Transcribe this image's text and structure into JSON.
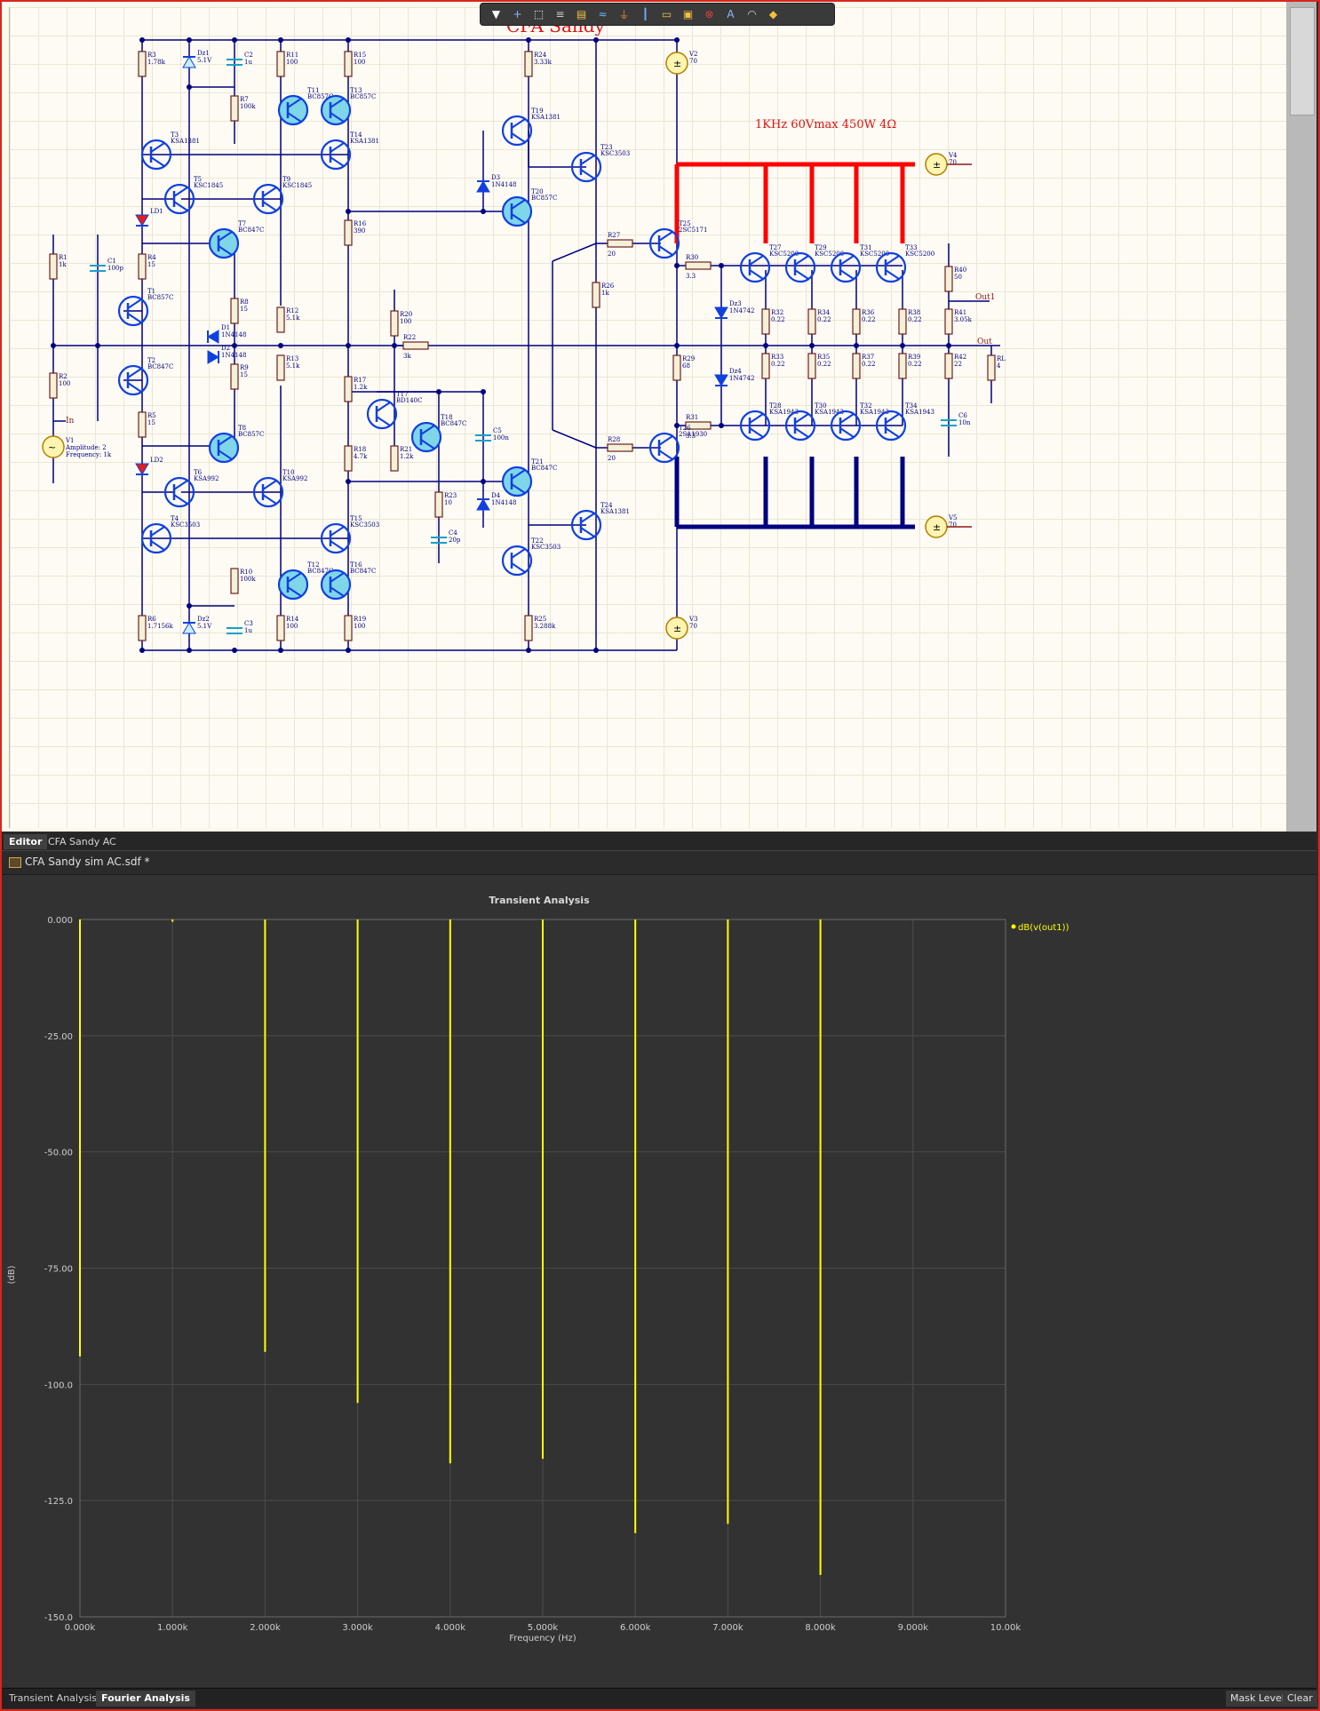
{
  "toolbar": {
    "icons": [
      "filter-icon",
      "crosshair-icon",
      "select-rect-icon",
      "align-icon",
      "component-icon",
      "bus-icon",
      "ground-icon",
      "net-label-icon",
      "port-icon",
      "sheet-symbol-icon",
      "no-erc-icon",
      "text-icon",
      "arc-icon",
      "highlight-icon"
    ]
  },
  "schematic": {
    "title": "CFA Sandy",
    "note": "1KHz 60Vmax 450W 4Ω",
    "net_labels": {
      "in": "In",
      "out": "Out",
      "out1": "Out1"
    },
    "source_v1": {
      "name": "V1",
      "amplitude": "Amplitude: 2",
      "frequency": "Frequency: 1k"
    },
    "sources": [
      {
        "name": "V2",
        "value": "70"
      },
      {
        "name": "V3",
        "value": "70"
      },
      {
        "name": "V4",
        "value": "70"
      },
      {
        "name": "V5",
        "value": "70"
      }
    ],
    "resistors": [
      {
        "name": "R3",
        "value": "1.78k"
      },
      {
        "name": "R7",
        "value": "100k"
      },
      {
        "name": "R11",
        "value": "100"
      },
      {
        "name": "R15",
        "value": "100"
      },
      {
        "name": "R24",
        "value": "3.33k"
      },
      {
        "name": "R1",
        "value": "1k"
      },
      {
        "name": "R4",
        "value": "15"
      },
      {
        "name": "R8",
        "value": "15"
      },
      {
        "name": "R9",
        "value": "15"
      },
      {
        "name": "R2",
        "value": "100"
      },
      {
        "name": "R5",
        "value": "15"
      },
      {
        "name": "R6",
        "value": "1.7156k"
      },
      {
        "name": "R10",
        "value": "100k"
      },
      {
        "name": "R14",
        "value": "100"
      },
      {
        "name": "R19",
        "value": "100"
      },
      {
        "name": "R12",
        "value": "5.1k"
      },
      {
        "name": "R13",
        "value": "5.1k"
      },
      {
        "name": "R16",
        "value": "390"
      },
      {
        "name": "R17",
        "value": "1.2k"
      },
      {
        "name": "R18",
        "value": "4.7k"
      },
      {
        "name": "R20",
        "value": "100"
      },
      {
        "name": "R21",
        "value": "1.2k"
      },
      {
        "name": "R22",
        "value": "3k"
      },
      {
        "name": "R23",
        "value": "10"
      },
      {
        "name": "R25",
        "value": "3.288k"
      },
      {
        "name": "R26",
        "value": "1k"
      },
      {
        "name": "R27",
        "value": "20"
      },
      {
        "name": "R28",
        "value": "20"
      },
      {
        "name": "R29",
        "value": "68"
      },
      {
        "name": "R30",
        "value": "3.3"
      },
      {
        "name": "R31",
        "value": "3.3"
      },
      {
        "name": "R32",
        "value": "0.22"
      },
      {
        "name": "R33",
        "value": "0.22"
      },
      {
        "name": "R34",
        "value": "0.22"
      },
      {
        "name": "R35",
        "value": "0.22"
      },
      {
        "name": "R36",
        "value": "0.22"
      },
      {
        "name": "R37",
        "value": "0.22"
      },
      {
        "name": "R38",
        "value": "0.22"
      },
      {
        "name": "R39",
        "value": "0.22"
      },
      {
        "name": "R40",
        "value": "50"
      },
      {
        "name": "R41",
        "value": "3.05k"
      },
      {
        "name": "R42",
        "value": "22"
      },
      {
        "name": "RL",
        "value": "4"
      }
    ],
    "capacitors": [
      {
        "name": "C1",
        "value": "100p"
      },
      {
        "name": "C2",
        "value": "1u"
      },
      {
        "name": "C3",
        "value": "1u"
      },
      {
        "name": "C4",
        "value": "20p"
      },
      {
        "name": "C5",
        "value": "100n"
      },
      {
        "name": "C6",
        "value": "10n"
      }
    ],
    "diodes": [
      {
        "name": "Dz1",
        "value": "5.1V"
      },
      {
        "name": "Dz2",
        "value": "5.1V"
      },
      {
        "name": "LD1",
        "value": ""
      },
      {
        "name": "LD2",
        "value": ""
      },
      {
        "name": "D1",
        "value": "1N4148"
      },
      {
        "name": "D2",
        "value": "1N4148"
      },
      {
        "name": "D3",
        "value": "1N4148"
      },
      {
        "name": "D4",
        "value": "1N4148"
      },
      {
        "name": "Dz3",
        "value": "1N4742"
      },
      {
        "name": "Dz4",
        "value": "1N4742"
      }
    ],
    "transistors": [
      {
        "name": "T1",
        "part": "BC857C"
      },
      {
        "name": "T2",
        "part": "BC847C"
      },
      {
        "name": "T3",
        "part": "KSA1381"
      },
      {
        "name": "T4",
        "part": "KSC3503"
      },
      {
        "name": "T5",
        "part": "KSC1845"
      },
      {
        "name": "T6",
        "part": "KSA992"
      },
      {
        "name": "T7",
        "part": "BC847C"
      },
      {
        "name": "T8",
        "part": "BC857C"
      },
      {
        "name": "T9",
        "part": "KSC1845"
      },
      {
        "name": "T10",
        "part": "KSA992"
      },
      {
        "name": "T11",
        "part": "BC857C"
      },
      {
        "name": "T12",
        "part": "BC847C"
      },
      {
        "name": "T13",
        "part": "BC857C"
      },
      {
        "name": "T14",
        "part": "KSA1381"
      },
      {
        "name": "T15",
        "part": "KSC3503"
      },
      {
        "name": "T16",
        "part": "BC847C"
      },
      {
        "name": "T17",
        "part": "BD140C"
      },
      {
        "name": "T18",
        "part": "BC847C"
      },
      {
        "name": "T19",
        "part": "KSA1381"
      },
      {
        "name": "T20",
        "part": "BC857C"
      },
      {
        "name": "T21",
        "part": "BC847C"
      },
      {
        "name": "T22",
        "part": "KSC3503"
      },
      {
        "name": "T23",
        "part": "KSC3503"
      },
      {
        "name": "T24",
        "part": "KSA1381"
      },
      {
        "name": "T25",
        "part": "2SC5171"
      },
      {
        "name": "T26",
        "part": "2SA1930"
      },
      {
        "name": "T27",
        "part": "KSC5200"
      },
      {
        "name": "T28",
        "part": "KSA1943"
      },
      {
        "name": "T29",
        "part": "KSC5200"
      },
      {
        "name": "T30",
        "part": "KSA1943"
      },
      {
        "name": "T31",
        "part": "KSC5200"
      },
      {
        "name": "T32",
        "part": "KSA1943"
      },
      {
        "name": "T33",
        "part": "KSC5200"
      },
      {
        "name": "T34",
        "part": "KSA1943"
      }
    ]
  },
  "tabs": {
    "editor": "Editor",
    "project": "CFA Sandy AC"
  },
  "file": {
    "name": "CFA Sandy sim AC.sdf *"
  },
  "bottom_tabs": {
    "transient": "Transient Analysis",
    "fourier": "Fourier Analysis"
  },
  "buttons": {
    "mask_level": "Mask Level",
    "clear": "Clear"
  },
  "colors": {
    "trace": "#ffff00",
    "wire": "#000080",
    "highlight": "#ff0000",
    "transistor_fill": "#7fd6e8"
  },
  "chart_data": {
    "type": "bar",
    "title": "Transient Analysis",
    "xlabel": "Frequency (Hz)",
    "ylabel": "(dB)",
    "xlim": [
      0,
      10000
    ],
    "ylim": [
      -150,
      0
    ],
    "x_ticks": [
      "0.000k",
      "1.000k",
      "2.000k",
      "3.000k",
      "4.000k",
      "5.000k",
      "6.000k",
      "7.000k",
      "8.000k",
      "9.000k",
      "10.00k"
    ],
    "y_ticks": [
      "0.000",
      "-25.00",
      "-50.00",
      "-75.00",
      "-100.0",
      "-125.0",
      "-150.0"
    ],
    "series": [
      {
        "name": "dB(v(out1))",
        "color": "#ffff00",
        "x": [
          0,
          1000,
          2000,
          3000,
          4000,
          5000,
          6000,
          7000,
          8000
        ],
        "values": [
          -94,
          -0.5,
          -93,
          -104,
          -117,
          -116,
          -132,
          -130,
          -141
        ]
      }
    ],
    "legend": "top-right",
    "grid": true
  }
}
